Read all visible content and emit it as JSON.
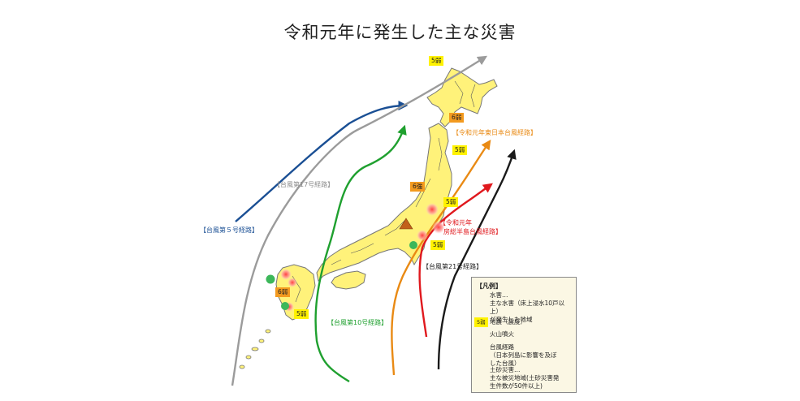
{
  "title": "令和元年に発生した主な災害",
  "route_labels": {
    "typhoon5": "【台風第５号経路】",
    "typhoon17": "【台風第17号経路】",
    "typhoon10": "【台風第10号経路】",
    "typhoon21": "【台風第21号経路】",
    "east_japan_line1": "【令和元年東日本台風経路】",
    "boso_line1": "【令和元年",
    "boso_line2": "房総半島台風経路】"
  },
  "quake_badges": [
    {
      "label": "5弱",
      "kind": "yellow"
    },
    {
      "label": "6弱",
      "kind": "orange"
    },
    {
      "label": "5弱",
      "kind": "yellow"
    },
    {
      "label": "6強",
      "kind": "orange"
    },
    {
      "label": "5弱",
      "kind": "yellow"
    },
    {
      "label": "5弱",
      "kind": "yellow"
    },
    {
      "label": "6弱",
      "kind": "orange"
    },
    {
      "label": "5弱",
      "kind": "yellow"
    }
  ],
  "legend": {
    "title": "【凡例】",
    "flood_header": "水害…",
    "flood_desc": "主な水害（床上浸水10戸以上）\nが発生した地域",
    "quake_badge": "5弱",
    "quake_desc": "地震（震度）",
    "volcano_desc": "火山噴火",
    "route_header": "台風経路",
    "route_desc": "（日本列島に影響を及ぼ\nした台風）",
    "landslide_header": "土砂災害…",
    "landslide_desc": "主な被災地域(土砂災害発\n生件数が50件以上)"
  },
  "colors": {
    "land": "#fff27a",
    "coast": "#777777",
    "river": "#5a5a5a",
    "typhoon5": "#1a4f94",
    "typhoon17": "#9b9b9b",
    "typhoon10": "#1fa02f",
    "typhoon21": "#e98a14",
    "east_japan": "#e98a14",
    "boso": "#e0191e",
    "black_route": "#1a1a1a",
    "flood": "#f07070",
    "landslide": "#3cb75a",
    "volcano": "#c2601a"
  },
  "icons": {
    "volcano": "triangle-icon",
    "landslide": "green-dot-icon",
    "flood": "red-splash-icon",
    "route": "arrow-icon"
  }
}
